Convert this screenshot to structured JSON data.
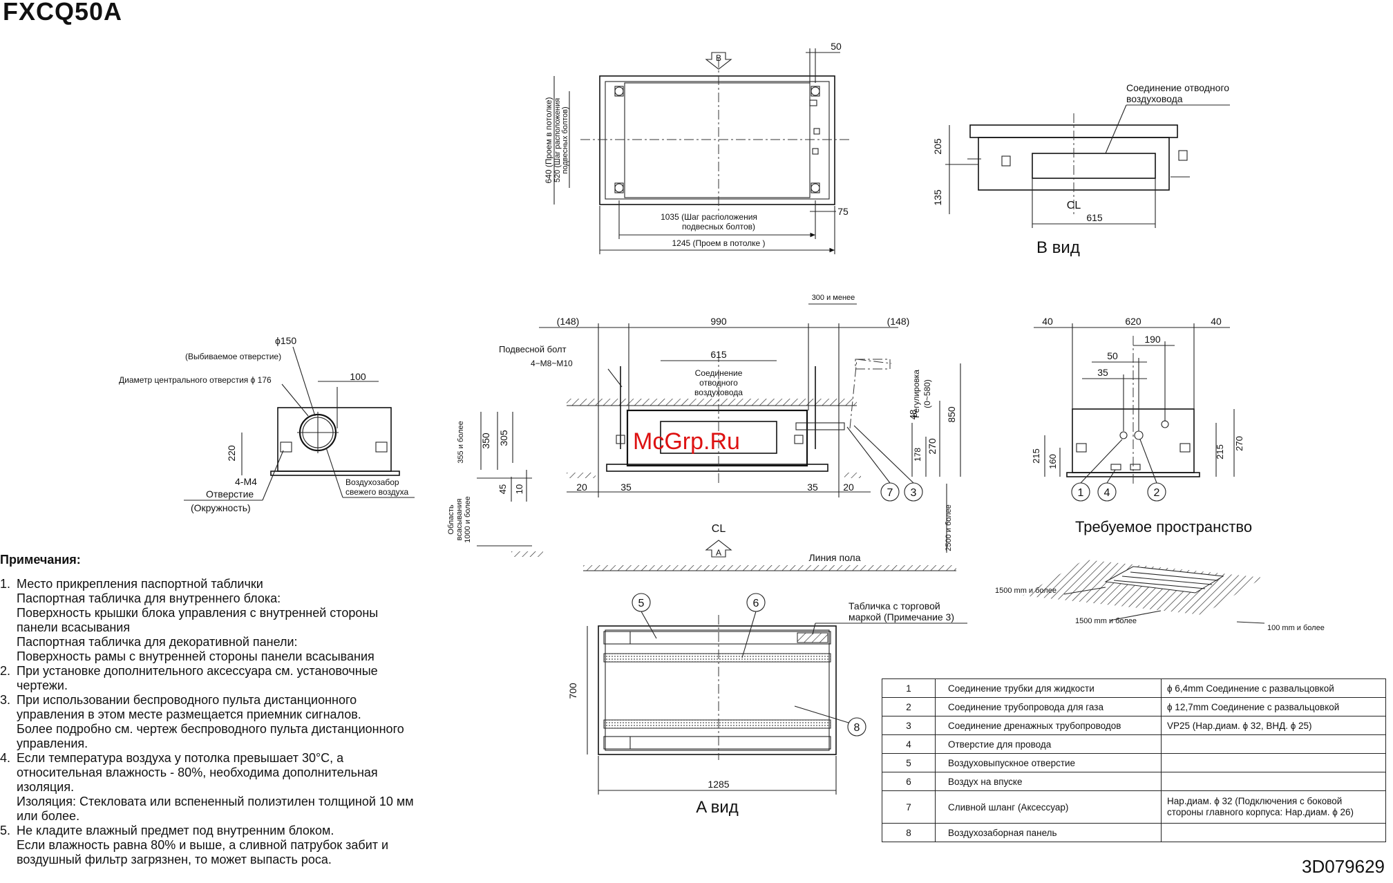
{
  "model": "FXCQ50A",
  "doc_id": "3D079629",
  "watermark": "McGrp.Ru",
  "top_view": {
    "dim_50": "50",
    "dim_75": "75",
    "dim_1035": "1035 (Шаг расположения",
    "dim_1035_b": "подвесных болтов)",
    "dim_1245": "1245 (Проем в потолке )",
    "dim_640": "640 (Проем в потолке)",
    "dim_520": "520 (Шаг расположения",
    "dim_520_b": "подвесных болтов)",
    "view_mark": "B"
  },
  "b_view": {
    "label_line1": "Соединение отводного",
    "label_line2": "воздуховода",
    "dim_205": "205",
    "dim_135": "135",
    "dim_615": "615",
    "cl": "CL",
    "title": "B вид"
  },
  "side_view": {
    "dim_150": "ϕ150",
    "knockout": "(Выбиваемое отверстие)",
    "center_dia": "Диаметр центрального отверстия ϕ 176",
    "dim_100": "100",
    "dim_220": "220",
    "m4": "4-M4",
    "hole": "Отверстие",
    "circle": "(Окружность)",
    "fresh_air_1": "Воздухозабор",
    "fresh_air_2": "свежего воздуха"
  },
  "front_view": {
    "dim_148_l": "(148)",
    "dim_990": "990",
    "dim_148_r": "(148)",
    "dim_300": "300 и менее",
    "dim_615": "615",
    "bolt_1": "Подвесной болт",
    "bolt_2": "4−M8~M10",
    "duct_1": "Соединение",
    "duct_2": "отводного",
    "duct_3": "воздуховода",
    "adj_1": "Регулировка",
    "adj_2": "(0~580)",
    "dim_48": "48",
    "dim_850": "850",
    "dim_270": "270",
    "dim_178": "178",
    "dim_355": "355 и более",
    "dim_350": "350",
    "dim_305": "305",
    "dim_45": "45",
    "dim_10": "10",
    "dim_20_l": "20",
    "dim_35_l": "35",
    "dim_35_r": "35",
    "dim_20_r": "20",
    "suction_1": "Область",
    "suction_2": "всасывания",
    "suction_3": "1000 и более",
    "dim_2500": "2500 и более",
    "cl": "CL",
    "view_mark": "A",
    "floor": "Линия пола",
    "callout_7": "7",
    "callout_3": "3"
  },
  "right_view": {
    "dim_40_l": "40",
    "dim_620": "620",
    "dim_40_r": "40",
    "dim_190": "190",
    "dim_50": "50",
    "dim_35": "35",
    "dim_215_l": "215",
    "dim_160": "160",
    "dim_215_r": "215",
    "dim_270": "270",
    "callout_1": "1",
    "callout_4": "4",
    "callout_2": "2"
  },
  "space": {
    "title": "Требуемое пространство",
    "a": "1500 mm и более",
    "b": "1500 mm и более",
    "c": "100 mm и более"
  },
  "a_view": {
    "callout_5": "5",
    "callout_6": "6",
    "callout_8": "8",
    "plate_1": "Табличка с торговой",
    "plate_2": "маркой (Примечание 3)",
    "dim_700": "700",
    "dim_1285": "1285",
    "title": "A вид"
  },
  "notes_title": "Примечания:",
  "notes": [
    {
      "num": "1.",
      "lines": [
        "Место прикрепления паспортной таблички",
        "Паспортная табличка для внутреннего блока:",
        "Поверхность крышки блока управления с внутренней стороны",
        "панели всасывания",
        "Паспортная табличка для декоративной панели:",
        "Поверхность рамы с внутренней стороны панели всасывания"
      ]
    },
    {
      "num": "2.",
      "lines": [
        "При установке дополнительного аксессуара см. установочные",
        "чертежи."
      ]
    },
    {
      "num": "3.",
      "lines": [
        "При использовании беспроводного пульта дистанционного",
        "управления в этом месте размещается приемник сигналов.",
        "Более подробно см. чертеж беспроводного пульта дистанционного",
        "управления."
      ]
    },
    {
      "num": "4.",
      "lines": [
        "Если температура воздуха у потолка превышает 30°C, а",
        "относительная влажность - 80%, необходима дополнительная",
        "изоляция.",
        "Изоляция: Стекловата или вспененный полиэтилен толщиной 10 мм",
        "или более."
      ]
    },
    {
      "num": "5.",
      "lines": [
        "Не кладите влажный предмет под внутренним блоком.",
        "Если влажность равна 80% и выше, а сливной патрубок забит и",
        "воздушный фильтр загрязнен, то может выпасть роса."
      ]
    }
  ],
  "parts": [
    {
      "n": "1",
      "d": "Соединение трубки для жидкости",
      "v": "ϕ 6,4mm Соединение с развальцовкой"
    },
    {
      "n": "2",
      "d": "Соединение трубопровода для газа",
      "v": "ϕ 12,7mm Соединение с развальцовкой"
    },
    {
      "n": "3",
      "d": "Соединение дренажных трубопроводов",
      "v": "VP25 (Нар.диам. ϕ 32, ВНД. ϕ 25)"
    },
    {
      "n": "4",
      "d": "Отверстие для провода",
      "v": ""
    },
    {
      "n": "5",
      "d": "Воздуховыпускное отверстие",
      "v": ""
    },
    {
      "n": "6",
      "d": "Воздух на впуске",
      "v": ""
    },
    {
      "n": "7",
      "d": "Сливной шланг (Аксессуар)",
      "v": "Нар.диам. ϕ 32 (Подключения с боковой стороны главного корпуса: Нар.диам. ϕ 26)"
    },
    {
      "n": "8",
      "d": "Воздухозаборная панель",
      "v": ""
    }
  ]
}
